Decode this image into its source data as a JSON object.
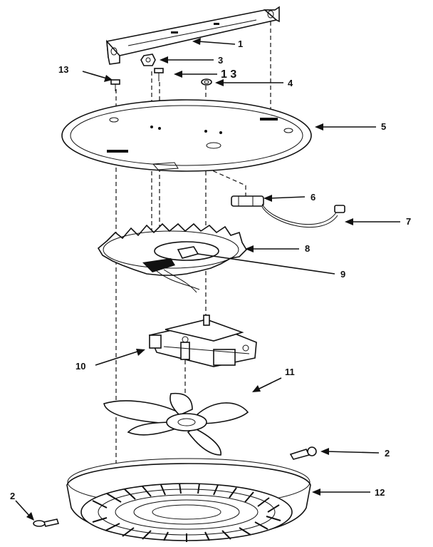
{
  "callouts": {
    "c1": "1",
    "c2a": "2",
    "c2b": "2",
    "c3": "3",
    "c4": "4",
    "c5": "5",
    "c6": "6",
    "c7": "7",
    "c8": "8",
    "c9": "9",
    "c10": "10",
    "c11": "11",
    "c12": "12",
    "c13a": "13",
    "c13b": "1 3"
  },
  "parts": [
    {
      "callout": "1",
      "name": "mounting-bracket-icon"
    },
    {
      "callout": "2",
      "name": "screw-icon"
    },
    {
      "callout": "3",
      "name": "nut-icon"
    },
    {
      "callout": "4",
      "name": "washer-icon"
    },
    {
      "callout": "5",
      "name": "mounting-plate-icon"
    },
    {
      "callout": "6",
      "name": "thermal-fuse-icon"
    },
    {
      "callout": "7",
      "name": "wire-lead-icon"
    },
    {
      "callout": "8",
      "name": "heating-element-icon"
    },
    {
      "callout": "9",
      "name": "element-clip-icon"
    },
    {
      "callout": "10",
      "name": "motor-icon"
    },
    {
      "callout": "11",
      "name": "fan-blade-icon"
    },
    {
      "callout": "12",
      "name": "grille-housing-icon"
    },
    {
      "callout": "13",
      "name": "small-screw-icon"
    }
  ]
}
